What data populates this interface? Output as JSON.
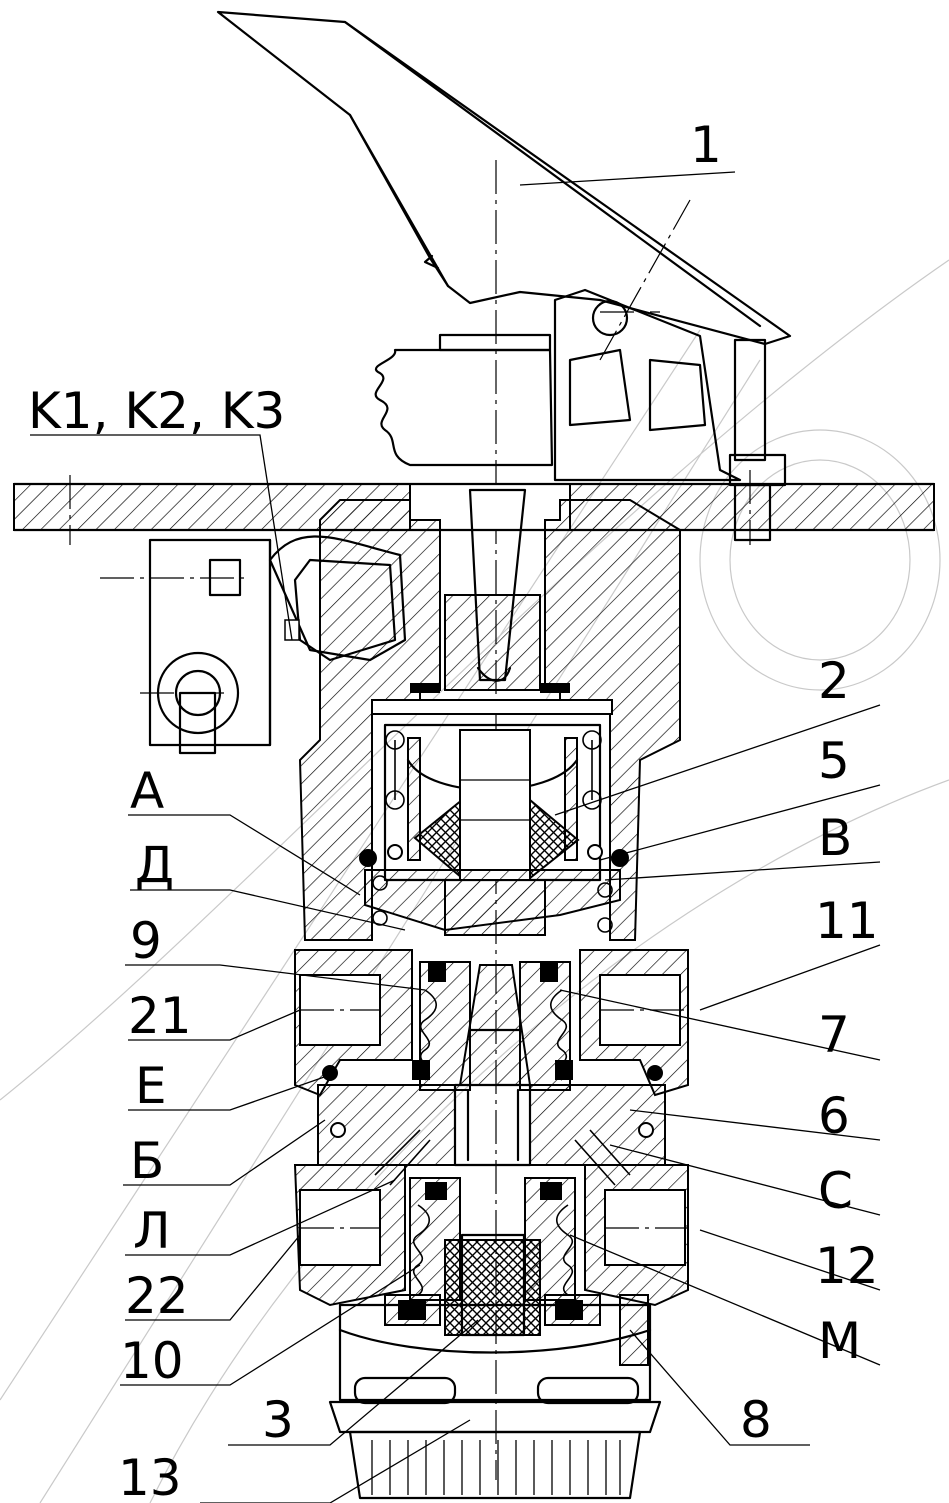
{
  "callouts": {
    "k123": "K1, K2, K3",
    "n1": "1",
    "n2": "2",
    "n5": "5",
    "A": "А",
    "V": "В",
    "L_upper": "Д",
    "n9": "9",
    "n11": "11",
    "n21": "21",
    "n7": "7",
    "E": "Е",
    "n6": "6",
    "B": "Б",
    "C": "С",
    "L": "Л",
    "n12": "12",
    "n22": "22",
    "n10": "10",
    "M": "М",
    "n3": "3",
    "n8": "8",
    "n13": "13"
  }
}
